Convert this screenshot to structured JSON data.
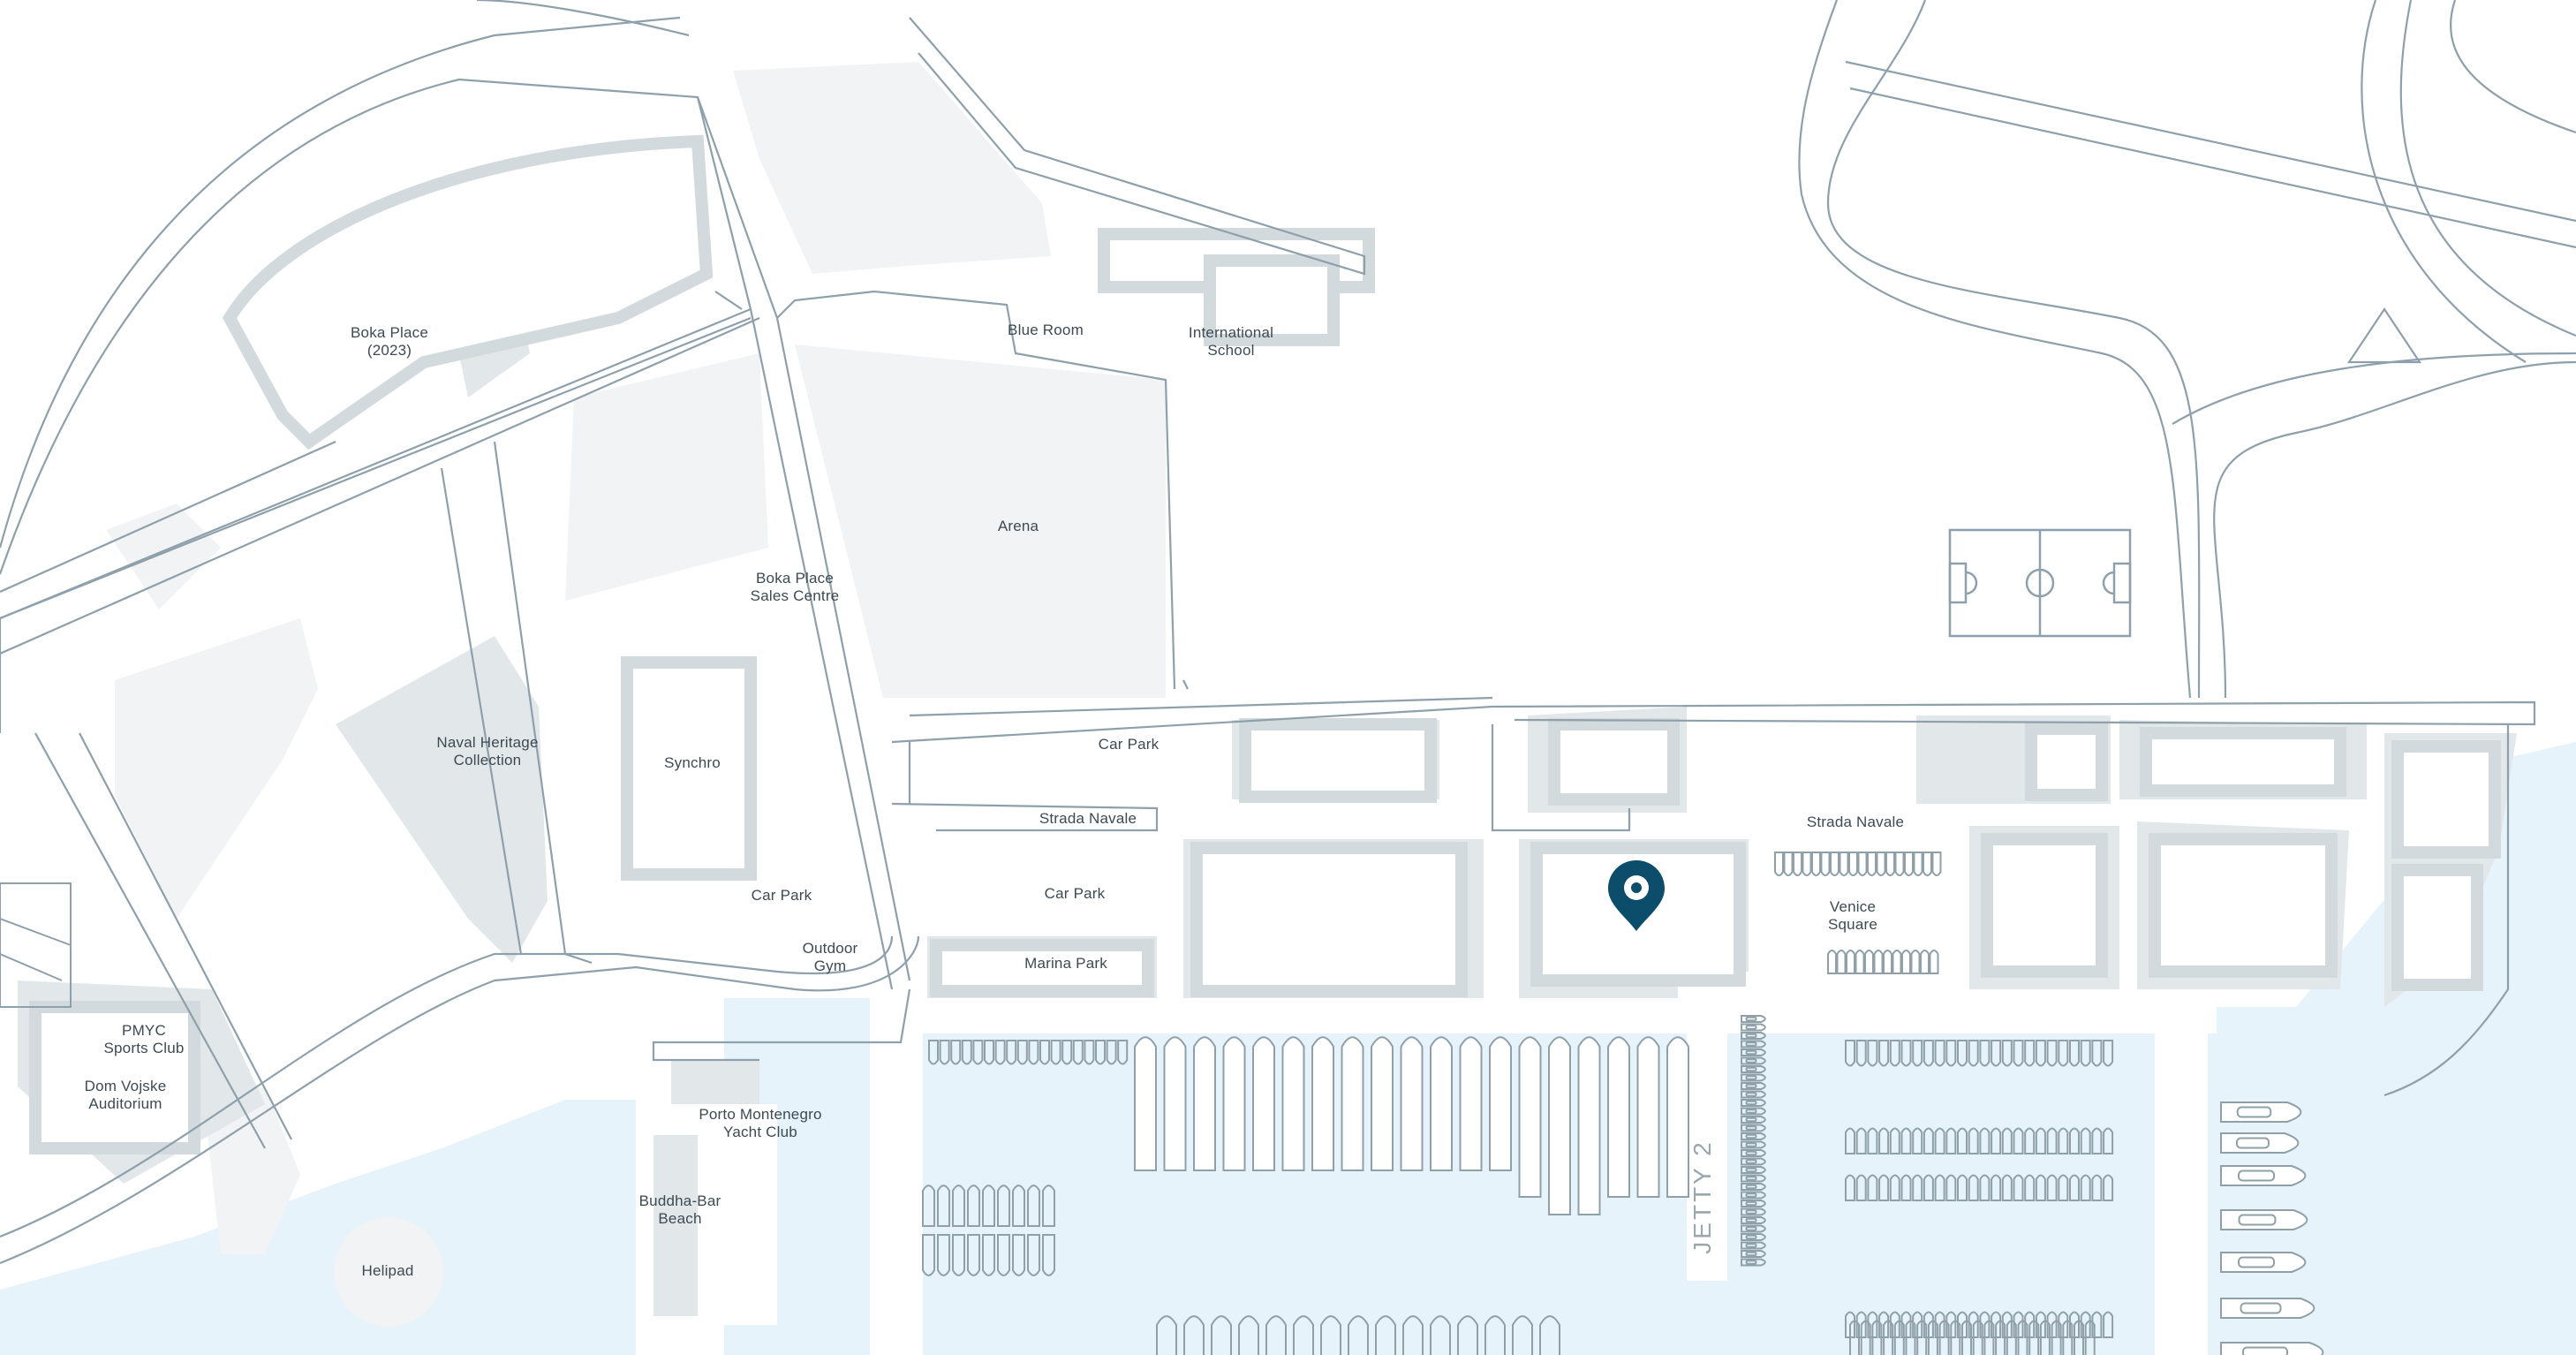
{
  "map": {
    "colors": {
      "water": "#e7f3fa",
      "land": "#ffffff",
      "road_outline": "#8ea0ab",
      "building_fill": "#e2e7ea",
      "pin": "#0c4d6b"
    },
    "marker": {
      "icon": "location-pin-icon",
      "color": "#0c4d6b"
    },
    "labels": {
      "boka_place_2023": "Boka Place\n(2023)",
      "blue_room": "Blue Room",
      "international_school": "International\nSchool",
      "arena": "Arena",
      "boka_place_sales_centre": "Boka Place\nSales Centre",
      "naval_heritage_collection": "Naval Heritage\nCollection",
      "synchro": "Synchro",
      "car_park_north": "Car Park",
      "strada_navale_west": "Strada Navale",
      "strada_navale_east": "Strada Navale",
      "car_park_mid": "Car Park",
      "car_park_west": "Car Park",
      "marina_park": "Marina Park",
      "outdoor_gym": "Outdoor\nGym",
      "venice_square": "Venice\nSquare",
      "pmyc_sports_club": "PMYC\nSports Club",
      "dom_vojske_auditorium": "Dom Vojske\nAuditorium",
      "porto_montenegro_yacht_club": "Porto Montenegro\nYacht Club",
      "buddha_bar_beach": "Buddha-Bar\nBeach",
      "helipad": "Helipad",
      "jetty_2": "JETTY 2"
    }
  }
}
